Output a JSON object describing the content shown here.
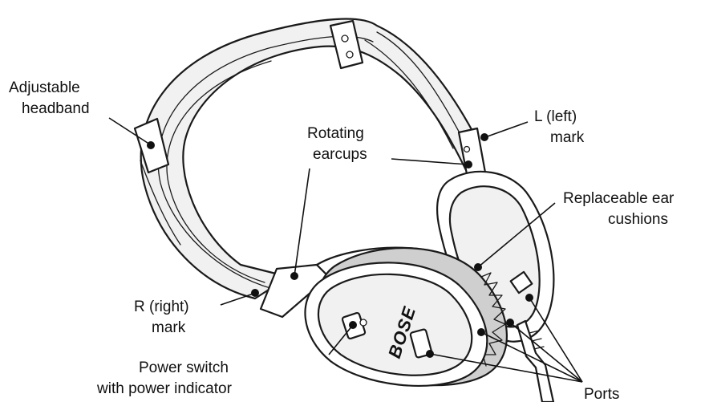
{
  "labels": {
    "headband": [
      "Adjustable",
      "headband"
    ],
    "l_mark": [
      "L (left)",
      "mark"
    ],
    "rotating": [
      "Rotating",
      "earcups"
    ],
    "cushions": [
      "Replaceable ear",
      "cushions"
    ],
    "r_mark": [
      "R (right)",
      "mark"
    ],
    "power": [
      "Power switch",
      "with power indicator"
    ],
    "ports": "Ports"
  },
  "logo": "BOSE",
  "colors": {
    "line": "#1a1a1a",
    "shade": "#e4e4e4",
    "background": "#ffffff"
  }
}
